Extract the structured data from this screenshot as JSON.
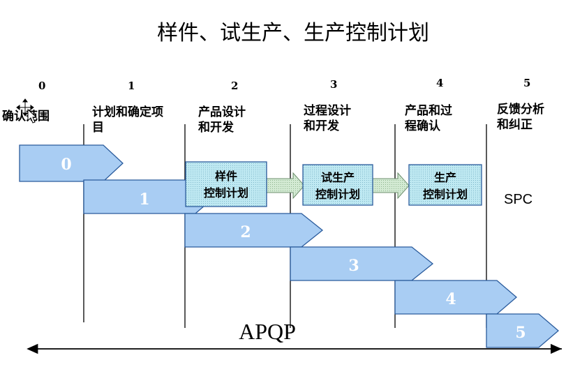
{
  "title": "样件、试生产、生产控制计划",
  "phases": [
    {
      "number": "0",
      "label_lines": [
        "确认范围"
      ]
    },
    {
      "number": "1",
      "label_lines": [
        "计划和确定项",
        "目"
      ]
    },
    {
      "number": "2",
      "label_lines": [
        "产品设计",
        "和开发"
      ]
    },
    {
      "number": "3",
      "label_lines": [
        "过程设计",
        "和开发"
      ]
    },
    {
      "number": "4",
      "label_lines": [
        "产品和过",
        "程确认"
      ]
    },
    {
      "number": "5",
      "label_lines": [
        "反馈分析",
        "和纠正"
      ]
    }
  ],
  "phase_arrows": [
    {
      "label": "0"
    },
    {
      "label": "1"
    },
    {
      "label": "2"
    },
    {
      "label": "3"
    },
    {
      "label": "4"
    },
    {
      "label": "5"
    }
  ],
  "control_plans": [
    {
      "lines": [
        "样件",
        "控制计划"
      ]
    },
    {
      "lines": [
        "试生产",
        "控制计划"
      ]
    },
    {
      "lines": [
        "生产",
        "控制计划"
      ]
    }
  ],
  "spc_label": "SPC",
  "apqp_label": "APQP",
  "colors": {
    "arrow_fill": "#a9cdf3",
    "arrow_stroke": "#2a5b9c",
    "box_fill": "#b7e7ef",
    "connector_fill": "#c8e2c8"
  },
  "cursor_icon": "move-cursor-icon"
}
